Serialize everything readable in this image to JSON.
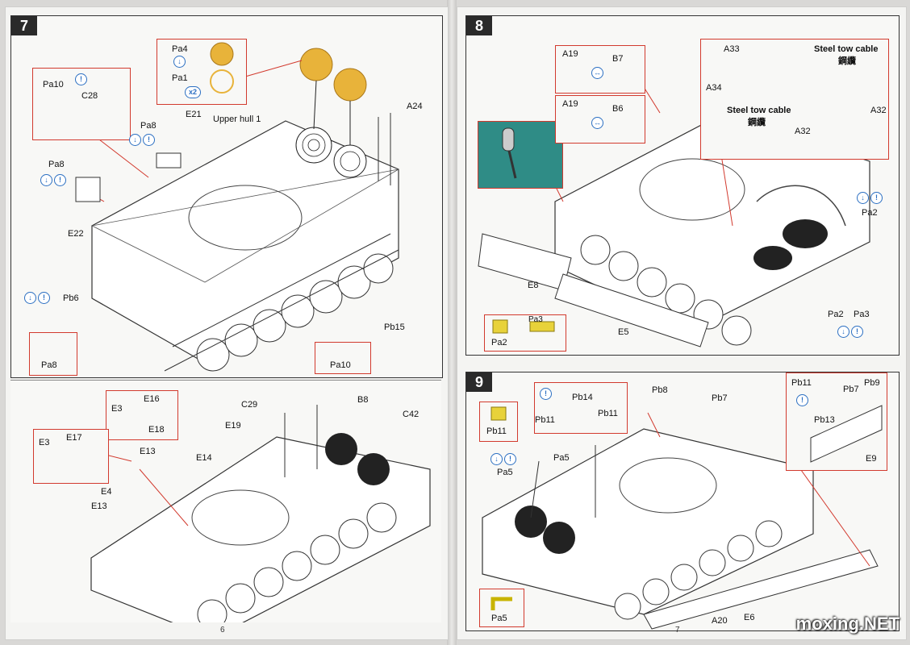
{
  "left_page": {
    "page_number": "6",
    "step7": {
      "number": "7",
      "title": "Upper hull 1",
      "labels": {
        "pa4": "Pa4",
        "pa1": "Pa1",
        "x2": "x2",
        "pa10a": "Pa10",
        "c28": "C28",
        "pa8a": "Pa8",
        "e21": "E21",
        "pa8b": "Pa8",
        "e22": "E22",
        "a24": "A24",
        "pb6": "Pb6",
        "pb15": "Pb15",
        "pa8_box": "Pa8",
        "pa10_box": "Pa10"
      }
    },
    "step7b": {
      "labels": {
        "e16": "E16",
        "e3a": "E3",
        "e18": "E18",
        "c29": "C29",
        "b8": "B8",
        "c42": "C42",
        "e3b": "E3",
        "e17": "E17",
        "e13a": "E13",
        "e19": "E19",
        "e14": "E14",
        "e4": "E4",
        "e13b": "E13"
      }
    }
  },
  "right_page": {
    "page_number": "7",
    "step8": {
      "number": "8",
      "labels": {
        "a19a": "A19",
        "b7": "B7",
        "a33": "A33",
        "tow1": "Steel tow cable",
        "tow1_cn": "鋼纜",
        "a34": "A34",
        "tow2": "Steel tow cable",
        "tow2_cn": "鋼纜",
        "a32a": "A32",
        "a32b": "A32",
        "a19b": "A19",
        "b6": "B6",
        "pa2a": "Pa2",
        "e8": "E8",
        "e5": "E5",
        "pa2b": "Pa2",
        "pa3a": "Pa3",
        "pa2_box": "Pa2",
        "pa3_box": "Pa3"
      }
    },
    "step9": {
      "number": "9",
      "labels": {
        "pb14": "Pb14",
        "pb11a": "Pb11",
        "pb11b": "Pb11",
        "pb8": "Pb8",
        "pb7a": "Pb7",
        "pb11_box": "Pb11",
        "pa5a": "Pa5",
        "pa5b": "Pa5",
        "pb11c": "Pb11",
        "pb7b": "Pb7",
        "pb9": "Pb9",
        "pb13": "Pb13",
        "e9": "E9",
        "e6": "E6",
        "a20": "A20",
        "pa5_box": "Pa5"
      }
    },
    "watermark": "moxing.NET"
  },
  "colors": {
    "callout": "#d23a2e",
    "brass": "#e8b33a",
    "symbol": "#2b6fc2",
    "teal": "#2f8c86"
  }
}
